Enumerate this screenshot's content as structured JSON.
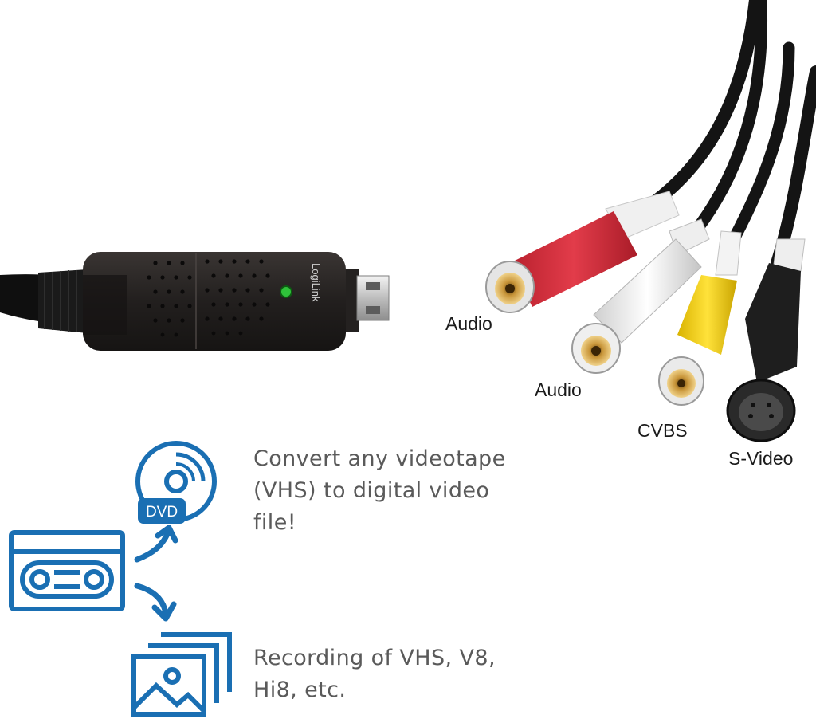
{
  "brand": "LogiLink",
  "connectors": {
    "audio_red_label": "Audio",
    "audio_white_label": "Audio",
    "cvbs_label": "CVBS",
    "svideo_label": "S-Video"
  },
  "icons": {
    "dvd_label": "DVD",
    "dvd": "dvd-disc-icon",
    "vhs": "vhs-cassette-icon",
    "images": "image-stack-icon",
    "arrows": "curved-arrow-icon"
  },
  "features": {
    "convert": [
      "Convert any videotape",
      "(VHS) to digital video",
      "file!"
    ],
    "recording": [
      "Recording of VHS, V8,",
      "Hi8, etc."
    ]
  },
  "colors": {
    "icon_blue": "#1a6fb3",
    "cable_black": "#141414",
    "rca_red": "#d9303f",
    "rca_white": "#ebebeb",
    "rca_yellow": "#f2cf10",
    "led_green": "#2fc23a",
    "text_gray": "#5a5a5a"
  }
}
